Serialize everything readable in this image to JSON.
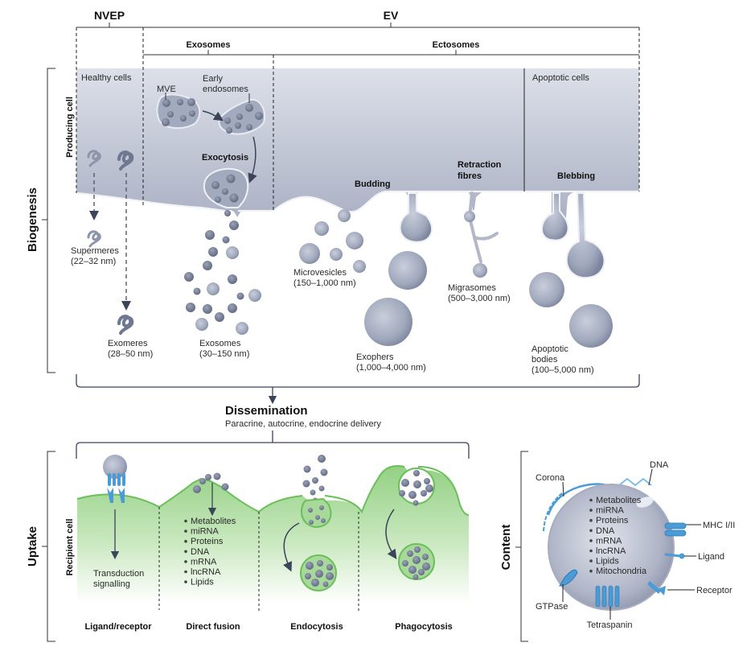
{
  "headers": {
    "nvep": "NVEP",
    "ev": "EV",
    "exosomes": "Exosomes",
    "ectosomes": "Ectosomes"
  },
  "side_labels": {
    "biogenesis": "Biogenesis",
    "producing_cell": "Producing cell",
    "uptake": "Uptake",
    "recipient_cell": "Recipient cell",
    "content": "Content"
  },
  "biogenesis": {
    "healthy_cells": "Healthy cells",
    "apoptotic_cells": "Apoptotic cells",
    "mve": "MVE",
    "early_endosomes_1": "Early",
    "early_endosomes_2": "endosomes",
    "exocytosis": "Exocytosis",
    "budding": "Budding",
    "retraction_fibres_1": "Retraction",
    "retraction_fibres_2": "fibres",
    "blebbing": "Blebbing",
    "particles": [
      {
        "name": "Supermeres",
        "size": "(22–32 nm)"
      },
      {
        "name": "Exomeres",
        "size": "(28–50 nm)"
      },
      {
        "name": "Exosomes",
        "size": "(30–150 nm)"
      },
      {
        "name": "Microvesicles",
        "size": "(150–1,000 nm)"
      },
      {
        "name": "Exophers",
        "size": "(1,000–4,000 nm)"
      },
      {
        "name": "Migrasomes",
        "size": "(500–3,000 nm)"
      },
      {
        "name": "Apoptotic",
        "name2": "bodies",
        "size": "(100–5,000 nm)"
      }
    ]
  },
  "dissemination": {
    "title": "Dissemination",
    "subtitle": "Paracrine, autocrine, endocrine delivery"
  },
  "uptake": {
    "transduction_1": "Transduction",
    "transduction_2": "signalling",
    "cargo": [
      "Metabolites",
      "miRNA",
      "Proteins",
      "DNA",
      "mRNA",
      "lncRNA",
      "Lipids"
    ],
    "mechanisms": [
      "Ligand/receptor",
      "Direct fusion",
      "Endocytosis",
      "Phagocytosis"
    ]
  },
  "content": {
    "cargo": [
      "Metabolites",
      "miRNA",
      "Proteins",
      "DNA",
      "mRNA",
      "lncRNA",
      "Lipids",
      "Mitochondria"
    ],
    "labels": {
      "corona": "Corona",
      "dna": "DNA",
      "mhc": "MHC I/II",
      "ligand": "Ligand",
      "receptor": "Receptor",
      "gtpase": "GTPase",
      "tetraspanin": "Tetraspanin"
    }
  },
  "colors": {
    "cell_gray_top": "#d8dce6",
    "cell_gray_bottom": "#a9b0c3",
    "vesicle": "#9aa3b8",
    "vesicle_dark": "#6f7891",
    "recipient_green": "#8fcf7e",
    "membrane_green": "#6bbf5a",
    "protein_blue": "#4a9bd6",
    "line": "#3b4459"
  }
}
